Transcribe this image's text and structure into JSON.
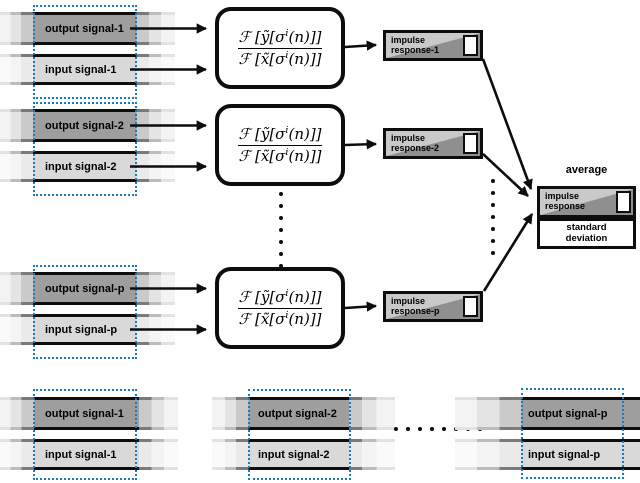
{
  "groups": [
    {
      "output_label": "output signal-1",
      "input_label": "input signal-1"
    },
    {
      "output_label": "output signal-2",
      "input_label": "input signal-2"
    },
    {
      "output_label": "output signal-p",
      "input_label": "input signal-p"
    }
  ],
  "bottom_groups": [
    {
      "output_label": "output signal-1",
      "input_label": "input signal-1"
    },
    {
      "output_label": "output signal-2",
      "input_label": "input signal-2"
    },
    {
      "output_label": "output signal-p",
      "input_label": "input signal-p"
    }
  ],
  "formula": {
    "num_pre": "ℱ [ỹ[σ",
    "sup": "i",
    "num_post": "(n)]]",
    "den_pre": "ℱ [x̃[σ",
    "den_post": "(n)]]"
  },
  "impulse_boxes": [
    {
      "line1": "impulse",
      "line2": "response-1"
    },
    {
      "line1": "impulse",
      "line2": "response-2"
    },
    {
      "line1": "impulse",
      "line2": "response-p"
    }
  ],
  "average": {
    "label": "average",
    "impulse_line1": "impulse",
    "impulse_line2": "response",
    "std_line1": "standard",
    "std_line2": "deviation"
  },
  "colors": {
    "accent_blue": "#1a7abf",
    "output_fill": "#9e9e9e",
    "input_fill": "#d9d9d9",
    "box_border": "#0d0d0d",
    "impulse_light": "#c9c9c9",
    "impulse_dark": "#8f8f8f"
  }
}
